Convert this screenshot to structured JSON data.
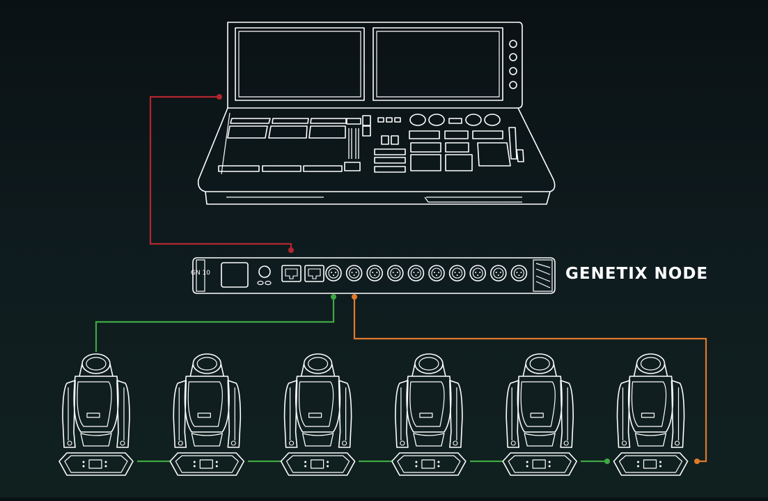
{
  "node": {
    "label": "GENETIX NODE",
    "face_text": "GN 10",
    "dmx_port_count": 10
  },
  "fixtures": {
    "count": 6
  },
  "colors": {
    "background": "#0c1518",
    "line_art": "#ffffff",
    "console_link": "#b3262f",
    "green_chain": "#3ea843",
    "orange_chain": "#e07a2a"
  }
}
